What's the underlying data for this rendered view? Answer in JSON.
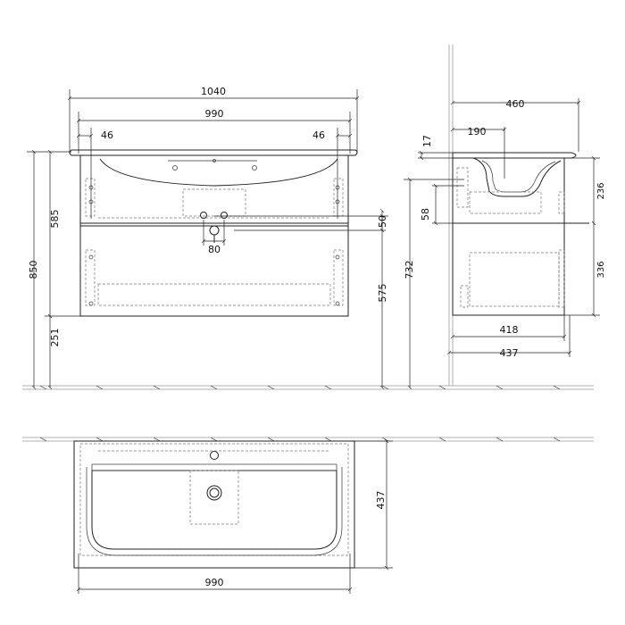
{
  "front_view": {
    "overall_width": "1040",
    "cabinet_width": "990",
    "left_offset": "46",
    "right_offset": "46",
    "total_height": "850",
    "upper_height": "585",
    "floor_gap": "251",
    "cabinet_bottom_height": "575",
    "drain_offset": "50",
    "drain_width": "80"
  },
  "side_view": {
    "top_depth": "460",
    "basin_inset": "190",
    "top_thickness": "17",
    "drawer_gap": "58",
    "overall_height": "732",
    "upper_drawer_height": "236",
    "lower_drawer_height": "336",
    "inner_depth": "418",
    "carcass_depth": "437"
  },
  "plan_view": {
    "depth": "437",
    "width": "990"
  }
}
